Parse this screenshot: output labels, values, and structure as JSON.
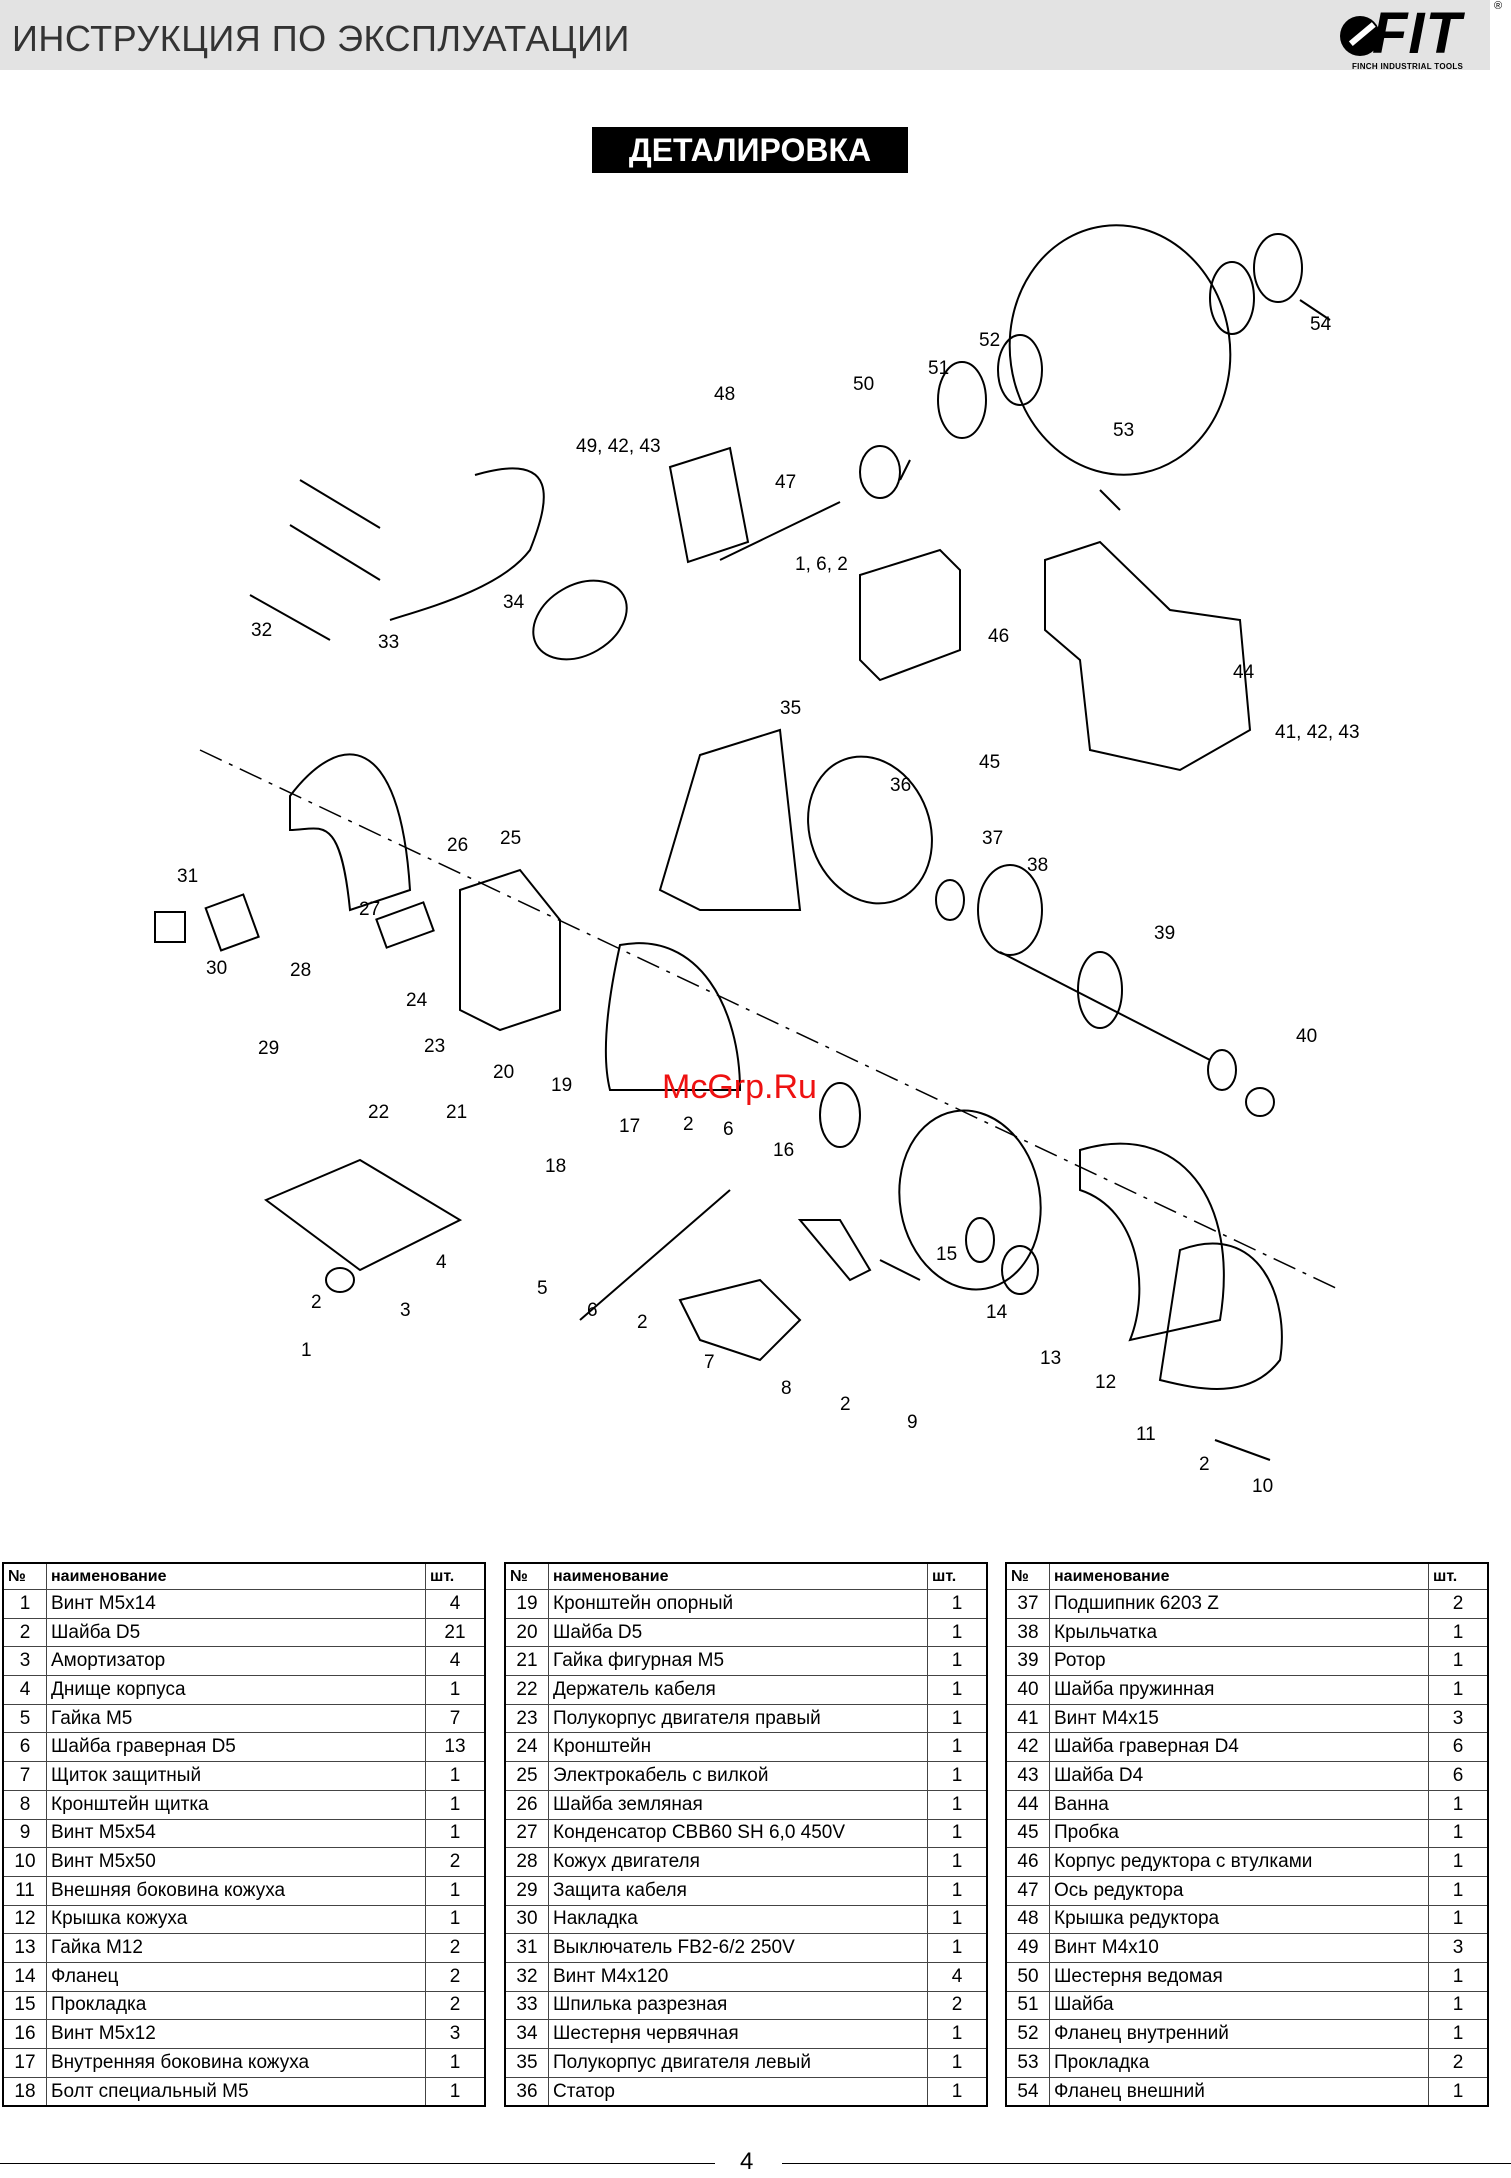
{
  "header": {
    "title": "ИНСТРУКЦИЯ ПО ЭКСПЛУАТАЦИИ"
  },
  "logo": {
    "text": "FIT",
    "subtitle": "FINCH INDUSTRIAL TOOLS",
    "reg": "®"
  },
  "section_title": "ДЕТАЛИРОВКА",
  "watermark": "McGrp.Ru",
  "callouts": [
    "54",
    "53",
    "52",
    "51",
    "50",
    "48",
    "49, 42, 43",
    "47",
    "1, 6, 2",
    "46",
    "44",
    "41, 42, 43",
    "45",
    "34",
    "33",
    "32",
    "35",
    "36",
    "37",
    "38",
    "39",
    "40",
    "31",
    "30",
    "28",
    "27",
    "26",
    "25",
    "24",
    "23",
    "29",
    "22",
    "21",
    "20",
    "19",
    "18",
    "17",
    "2",
    "6",
    "16",
    "15",
    "14",
    "13",
    "12",
    "11",
    "2",
    "10",
    "4",
    "2",
    "3",
    "1",
    "5",
    "6",
    "2",
    "7",
    "8",
    "2",
    "9"
  ],
  "table_headers": {
    "no": "№",
    "name": "наименование",
    "qty": "шт."
  },
  "parts": {
    "col1": [
      {
        "no": "1",
        "name": "Винт М5х14",
        "qty": "4"
      },
      {
        "no": "2",
        "name": "Шайба D5",
        "qty": "21"
      },
      {
        "no": "3",
        "name": "Амортизатор",
        "qty": "4"
      },
      {
        "no": "4",
        "name": "Днище корпуса",
        "qty": "1"
      },
      {
        "no": "5",
        "name": "Гайка М5",
        "qty": "7"
      },
      {
        "no": "6",
        "name": "Шайба граверная D5",
        "qty": "13"
      },
      {
        "no": "7",
        "name": "Щиток защитный",
        "qty": "1"
      },
      {
        "no": "8",
        "name": "Кронштейн щитка",
        "qty": "1"
      },
      {
        "no": "9",
        "name": "Винт М5х54",
        "qty": "1"
      },
      {
        "no": "10",
        "name": "Винт М5х50",
        "qty": "2"
      },
      {
        "no": "11",
        "name": "Внешняя боковина кожуха",
        "qty": "1"
      },
      {
        "no": "12",
        "name": "Крышка кожуха",
        "qty": "1"
      },
      {
        "no": "13",
        "name": "Гайка М12",
        "qty": "2"
      },
      {
        "no": "14",
        "name": "Фланец",
        "qty": "2"
      },
      {
        "no": "15",
        "name": "Прокладка",
        "qty": "2"
      },
      {
        "no": "16",
        "name": "Винт М5х12",
        "qty": "3"
      },
      {
        "no": "17",
        "name": "Внутренняя боковина кожуха",
        "qty": "1"
      },
      {
        "no": "18",
        "name": "Болт специальный М5",
        "qty": "1"
      }
    ],
    "col2": [
      {
        "no": "19",
        "name": "Кронштейн опорный",
        "qty": "1"
      },
      {
        "no": "20",
        "name": "Шайба D5",
        "qty": "1"
      },
      {
        "no": "21",
        "name": "Гайка фигурная М5",
        "qty": "1"
      },
      {
        "no": "22",
        "name": "Держатель кабеля",
        "qty": "1"
      },
      {
        "no": "23",
        "name": "Полукорпус двигателя правый",
        "qty": "1"
      },
      {
        "no": "24",
        "name": "Кронштейн",
        "qty": "1"
      },
      {
        "no": "25",
        "name": "Электрокабель с вилкой",
        "qty": "1"
      },
      {
        "no": "26",
        "name": "Шайба земляная",
        "qty": "1"
      },
      {
        "no": "27",
        "name": "Конденсатор CBB60 SH 6,0 450V",
        "qty": "1"
      },
      {
        "no": "28",
        "name": "Кожух двигателя",
        "qty": "1"
      },
      {
        "no": "29",
        "name": "Защита кабеля",
        "qty": "1"
      },
      {
        "no": "30",
        "name": "Накладка",
        "qty": "1"
      },
      {
        "no": "31",
        "name": "Выключатель FB2-6/2 250V",
        "qty": "1"
      },
      {
        "no": "32",
        "name": "Винт М4х120",
        "qty": "4"
      },
      {
        "no": "33",
        "name": "Шпилька разрезная",
        "qty": "2"
      },
      {
        "no": "34",
        "name": "Шестерня червячная",
        "qty": "1"
      },
      {
        "no": "35",
        "name": "Полукорпус двигателя левый",
        "qty": "1"
      },
      {
        "no": "36",
        "name": "Статор",
        "qty": "1"
      }
    ],
    "col3": [
      {
        "no": "37",
        "name": "Подшипник 6203 Z",
        "qty": "2"
      },
      {
        "no": "38",
        "name": "Крыльчатка",
        "qty": "1"
      },
      {
        "no": "39",
        "name": "Ротор",
        "qty": "1"
      },
      {
        "no": "40",
        "name": "Шайба пружинная",
        "qty": "1"
      },
      {
        "no": "41",
        "name": "Винт М4х15",
        "qty": "3"
      },
      {
        "no": "42",
        "name": "Шайба граверная D4",
        "qty": "6"
      },
      {
        "no": "43",
        "name": "Шайба D4",
        "qty": "6"
      },
      {
        "no": "44",
        "name": "Ванна",
        "qty": "1"
      },
      {
        "no": "45",
        "name": "Пробка",
        "qty": "1"
      },
      {
        "no": "46",
        "name": "Корпус редуктора с втулками",
        "qty": "1"
      },
      {
        "no": "47",
        "name": "Ось редуктора",
        "qty": "1"
      },
      {
        "no": "48",
        "name": "Крышка редуктора",
        "qty": "1"
      },
      {
        "no": "49",
        "name": "Винт М4х10",
        "qty": "3"
      },
      {
        "no": "50",
        "name": "Шестерня ведомая",
        "qty": "1"
      },
      {
        "no": "51",
        "name": "Шайба",
        "qty": "1"
      },
      {
        "no": "52",
        "name": "Фланец внутренний",
        "qty": "1"
      },
      {
        "no": "53",
        "name": "Прокладка",
        "qty": "2"
      },
      {
        "no": "54",
        "name": "Фланец внешний",
        "qty": "1"
      }
    ]
  },
  "footer": {
    "page": "4"
  }
}
